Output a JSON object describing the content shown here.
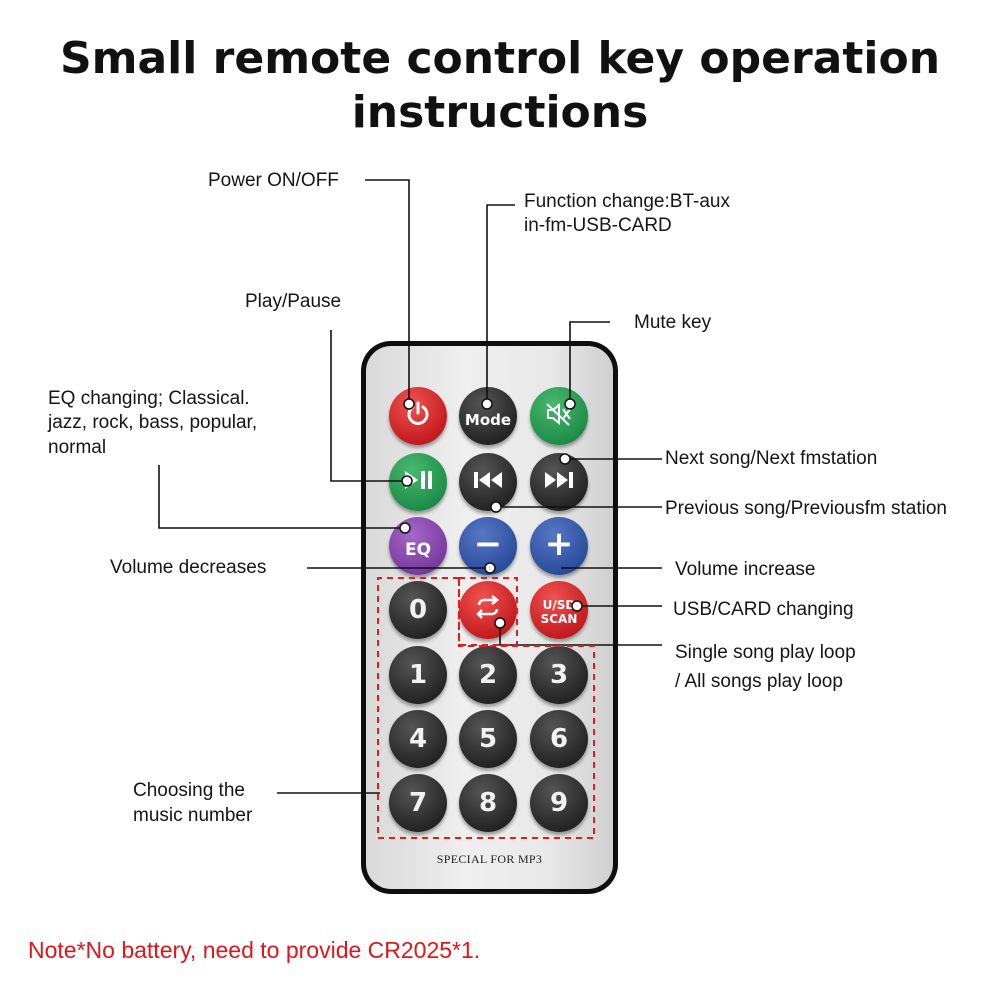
{
  "title": "Small remote control key operation instructions",
  "labels": {
    "power": "Power ON/OFF",
    "function_line1": "Function change:BT-aux",
    "function_line2": "in-fm-USB-CARD",
    "mute": "Mute key",
    "play_pause": "Play/Pause",
    "eq_line1": "EQ changing;  Classical.",
    "eq_line2": "jazz, rock, bass, popular,",
    "eq_line3": "normal",
    "next": "Next song/Next fmstation",
    "previous": "Previous song/Previousfm station",
    "volume_decrease": "Volume decreases",
    "volume_increase": "Volume increase",
    "usb_card": "USB/CARD changing",
    "loop_line1": "Single song play loop",
    "loop_line2": "/ All songs play loop",
    "number_line1": "Choosing the",
    "number_line2": "music number"
  },
  "remote": {
    "brand_text": "SPECIAL FOR MP3",
    "buttons": {
      "mode": "Mode",
      "eq": "EQ",
      "minus": "−",
      "plus": "+",
      "usd_scan_line1": "U/SD",
      "usd_scan_line2": "SCAN",
      "digits": [
        "0",
        "1",
        "2",
        "3",
        "4",
        "5",
        "6",
        "7",
        "8",
        "9"
      ]
    }
  },
  "note": "Note*No battery, need to provide CR2025*1.",
  "colors": {
    "red_button": "#d8262b",
    "black_button": "#2a2a2a",
    "green_button": "#1f8f4a",
    "purple_button": "#7b3ca0",
    "blue_button": "#2c4f9e",
    "note_text": "#e0161c",
    "highlight_dash": "#e41b1b"
  },
  "icons": {
    "power": "power-icon",
    "mute": "speaker-mute-icon",
    "play_pause": "play-pause-icon",
    "previous": "skip-back-icon",
    "next": "skip-forward-icon",
    "repeat": "repeat-icon"
  }
}
